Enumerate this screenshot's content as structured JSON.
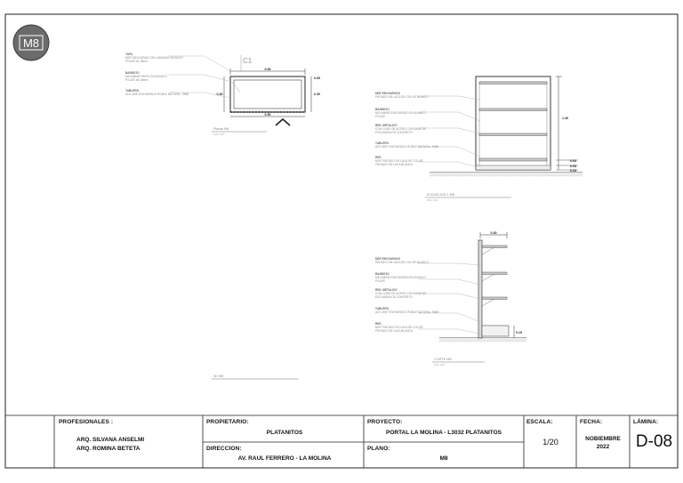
{
  "badge": {
    "code": "M8"
  },
  "plan_view": {
    "marker": "C1",
    "width_dim": "0.90",
    "height_dim": "0.30",
    "side_dim_right_top": "0.05",
    "side_dim_right": "0.30",
    "notes": [
      {
        "title": "TAPA",
        "lines": [
          "MDF ENCHAPADO DE LAMINADO BLANCO",
          "POLAR de 18mm"
        ]
      },
      {
        "title": "BANDEJO",
        "lines": [
          "MELAMINE PAPEL EN BLANCO",
          "POLAR de 18mm"
        ]
      },
      {
        "title": "TABLERO",
        "lines": [
          "ACK MDF ENCHAPADO ROBLE NATURAL .9MM"
        ]
      }
    ],
    "title": "Planta M8",
    "scale": "ESC 1/20"
  },
  "elevation": {
    "height_dim": "1.40",
    "dims": [
      "0.04",
      "0.05",
      "0.03"
    ],
    "notes": [
      {
        "title": "MDF ENCHAPADO",
        "lines": [
          "PINTADO EN LACA DE COLOR BLANCO"
        ]
      },
      {
        "title": "BANDEJO",
        "lines": [
          "MELAMINE ENCHAPADO EN BLANCO",
          "POLAR"
        ]
      },
      {
        "title": "RIEL METALICO",
        "lines": [
          "CON CUBO DE ACERO CON BASE DE",
          "ESCUADRA DE CONCRETO"
        ]
      },
      {
        "title": "TABLERO",
        "lines": [
          "ACK MDF ENCHAPADO ROBLE NATURAL .9MM"
        ]
      },
      {
        "title": "RIEL",
        "lines": [
          "MDF PINTADO EN LACA DE COLOR",
          "PINTADO EN LACA BLANCA"
        ]
      }
    ],
    "title": "ELEVACION 1 M8",
    "scale": "ESC 1/20"
  },
  "section": {
    "top_dim": "0.30",
    "base_dim": "0.15",
    "notes": [
      {
        "title": "MDF ENCHAPADO",
        "lines": [
          "PINTADO EN LACA DE COLOR BLANCO"
        ]
      },
      {
        "title": "BANDEJO",
        "lines": [
          "MELAMINE ENCHAPADO EN BLANCO",
          "POLAR"
        ]
      },
      {
        "title": "RIEL METALICO",
        "lines": [
          "CON CUBO DE ACERO CON BASE DE",
          "ESCUADRA DE CONCRETO"
        ]
      },
      {
        "title": "TABLERO",
        "lines": [
          "ACK MDF ENCHAPADO ROBLE NATURAL .9MM"
        ]
      },
      {
        "title": "RIEL",
        "lines": [
          "MDF PINTADO EN LACA DE COLOR",
          "PINTADO EN LACA BLANCA"
        ]
      }
    ],
    "title": "CORTE M8",
    "scale": "ESC 1/20"
  },
  "view_3d": {
    "title": "3D M8"
  },
  "title_block": {
    "profesionales_label": "PROFESIONALES :",
    "profesionales": [
      "ARQ. SILVANA ANSELMI",
      "ARQ. ROMINA BETETA"
    ],
    "propietario_label": "PROPIETARIO:",
    "propietario": "PLATANITOS",
    "direccion_label": "DIRECCION:",
    "direccion": "AV. RAUL FERRERO - LA MOLINA",
    "proyecto_label": "PROYECTO:",
    "proyecto": "PORTAL LA MOLINA - L3032 PLATANITOS",
    "plano_label": "PLANO:",
    "plano": "M8",
    "escala_label": "ESCALA:",
    "escala": "1/20",
    "fecha_label": "FECHA:",
    "fecha_line1": "NOBIEMBRE",
    "fecha_line2": "2022",
    "lamina_label": "LÁMINA:",
    "lamina": "D-08"
  }
}
